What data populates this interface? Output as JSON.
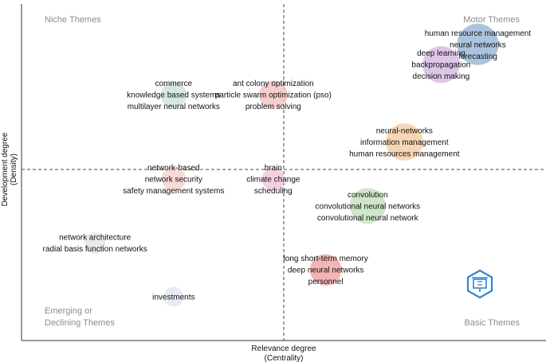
{
  "chart_data": {
    "type": "scatter",
    "xlabel": "Relevance degree",
    "xlabel_sub": "(Centrality)",
    "ylabel": "Development degree",
    "ylabel_sub": "(Density)",
    "quadrants": {
      "top_left": "Niche Themes",
      "top_right": "Motor Themes",
      "bottom_left_line1": "Emerging or",
      "bottom_left_line2": "Declining Themes",
      "bottom_right": "Basic Themes"
    },
    "clusters": [
      {
        "id": "motor",
        "color": "#9DB8DA",
        "size": 1.0,
        "x": 0.87,
        "y": 0.88,
        "lines": [
          "human resource management",
          "neural networks",
          "forecasting"
        ]
      },
      {
        "id": "deep-learning",
        "color": "#D8BCE3",
        "size": 0.85,
        "x": 0.8,
        "y": 0.82,
        "lines": [
          "deep learning",
          "backpropagation",
          "decision making"
        ]
      },
      {
        "id": "commerce",
        "color": "#CFE5D8",
        "size": 0.45,
        "x": 0.29,
        "y": 0.73,
        "lines": [
          "commerce",
          "knowledge based systems",
          "multilayer neural networks"
        ]
      },
      {
        "id": "aco",
        "color": "#F3C6C4",
        "size": 0.55,
        "x": 0.48,
        "y": 0.73,
        "lines": [
          "ant colony optimization",
          "particle swarm optimization (pso)",
          "problem solving"
        ]
      },
      {
        "id": "neural-networks",
        "color": "#F7CFA8",
        "size": 0.85,
        "x": 0.73,
        "y": 0.59,
        "lines": [
          "neural-networks",
          "information management",
          "human resources management"
        ]
      },
      {
        "id": "network-based",
        "color": "#F6D3D1",
        "size": 0.4,
        "x": 0.29,
        "y": 0.48,
        "lines": [
          "network-based",
          "network security",
          "safety management systems"
        ]
      },
      {
        "id": "brain",
        "color": "#F2C7DE",
        "size": 0.35,
        "x": 0.48,
        "y": 0.48,
        "lines": [
          "brain",
          "climate change",
          "scheduling"
        ]
      },
      {
        "id": "convolution",
        "color": "#C7E3C0",
        "size": 0.8,
        "x": 0.66,
        "y": 0.4,
        "lines": [
          "convolution",
          "convolutional neural networks",
          "convolutional neural network"
        ]
      },
      {
        "id": "network-architecture",
        "color": "#E5E5E5",
        "size": 0.3,
        "x": 0.14,
        "y": 0.29,
        "lines": [
          "network architecture",
          "radial basis function networks"
        ]
      },
      {
        "id": "lstm",
        "color": "#F2A8A8",
        "size": 0.65,
        "x": 0.58,
        "y": 0.21,
        "lines": [
          "long short-term memory",
          "deep neural networks",
          "personnel"
        ]
      },
      {
        "id": "investments",
        "color": "#E3E9F2",
        "size": 0.25,
        "x": 0.29,
        "y": 0.13,
        "lines": [
          "investments"
        ]
      }
    ]
  }
}
